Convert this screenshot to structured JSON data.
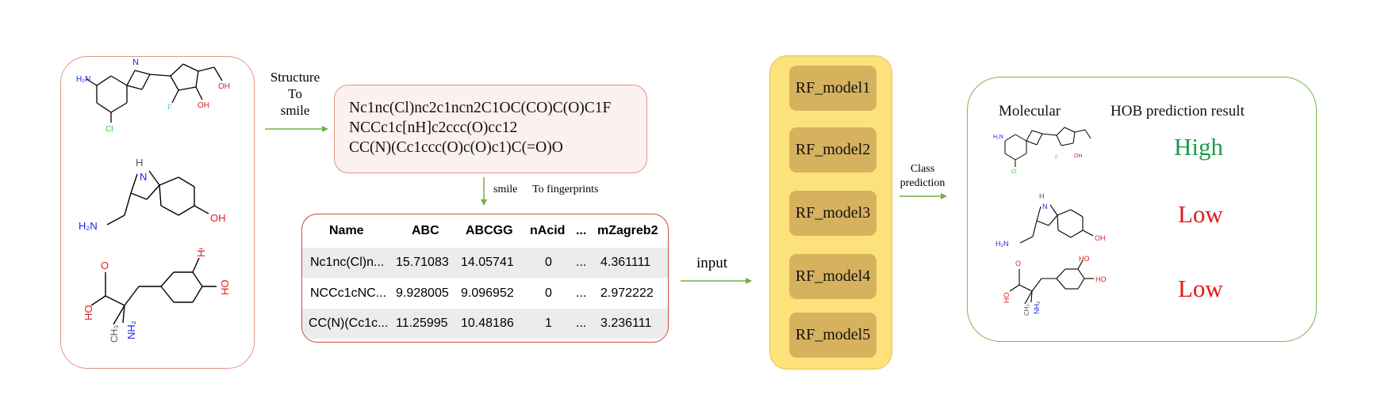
{
  "molecules": {
    "m1": {
      "nh2": "H₂N",
      "n": "N",
      "cl": "Cl",
      "f": "F",
      "oh": "OH"
    },
    "m2": {
      "h": "H",
      "n": "N",
      "nh2": "H₂N",
      "oh": "OH"
    },
    "m3": {
      "o": "O",
      "oh": "HO",
      "nh2": "NH₂",
      "ch3": "CH₃"
    }
  },
  "arrow1_label": {
    "line1": "Structure",
    "line2": "To",
    "line3": "smile"
  },
  "smiles": [
    "Nc1nc(Cl)nc2c1ncn2C1OC(CO)C(O)C1F",
    "NCCc1c[nH]c2ccc(O)cc12",
    "CC(N)(Cc1ccc(O)c(O)c1)C(=O)O"
  ],
  "arrow2_label": {
    "part1": "smile",
    "part2": "To fingerprints"
  },
  "table": {
    "headers": [
      "Name",
      "ABC",
      "ABCGG",
      "nAcid",
      "...",
      "mZagreb2"
    ],
    "rows": [
      [
        "Nc1nc(Cl)n...",
        "15.71083",
        "14.05741",
        "0",
        "...",
        "4.361111"
      ],
      [
        "NCCc1cNC...",
        "9.928005",
        "9.096952",
        "0",
        "...",
        "2.972222"
      ],
      [
        "CC(N)(Cc1c...",
        "11.25995",
        "10.48186",
        "1",
        "...",
        "3.236111"
      ]
    ]
  },
  "arrow3_label": "input",
  "models": [
    "RF_model1",
    "RF_model2",
    "RF_model3",
    "RF_model4",
    "RF_model5"
  ],
  "arrow4_label": {
    "line1": "Class",
    "line2": "prediction"
  },
  "results": {
    "col_molecular": "Molecular",
    "col_result": "HOB prediction  result",
    "values": [
      "High",
      "Low",
      "Low"
    ]
  },
  "colors": {
    "high": "#1f9a4a",
    "low": "#e01b1b",
    "nitrogen": "#1c1cf0",
    "oxygen": "#e41b1b",
    "chlorine": "#2ec72e",
    "fluorine": "#59c7e8",
    "arrow": "#72b046"
  }
}
